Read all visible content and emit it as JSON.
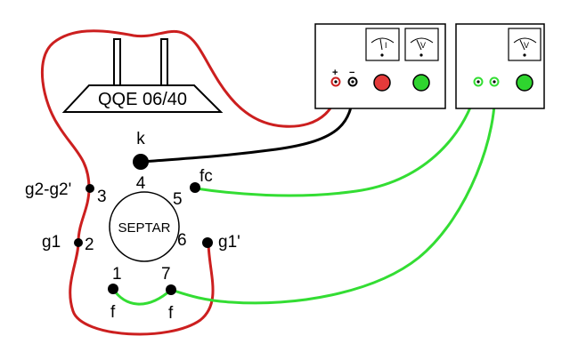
{
  "tube": {
    "label": "QQE 06/40"
  },
  "socket": {
    "label": "SEPTAR"
  },
  "pins": {
    "k": "k",
    "g2": "g2-g2'",
    "g1": "g1",
    "fc": "fc",
    "g1p": "g1'",
    "f1": "f",
    "f7": "f",
    "n1": "1",
    "n2": "2",
    "n3": "3",
    "n4": "4",
    "n5": "5",
    "n6": "6",
    "n7": "7"
  },
  "supply1": {
    "plus": "+",
    "minus": "−",
    "meter_a": "I",
    "meter_v": "V",
    "buttons": [
      "red",
      "green"
    ]
  },
  "supply2": {
    "meter_v": "V",
    "buttons": [
      "green"
    ]
  },
  "colors": {
    "red_wire": "#cc1f1f",
    "green_wire": "#33dd33",
    "black_wire": "#000000",
    "red_button": "#e43a3a",
    "green_button": "#2fd42f"
  }
}
